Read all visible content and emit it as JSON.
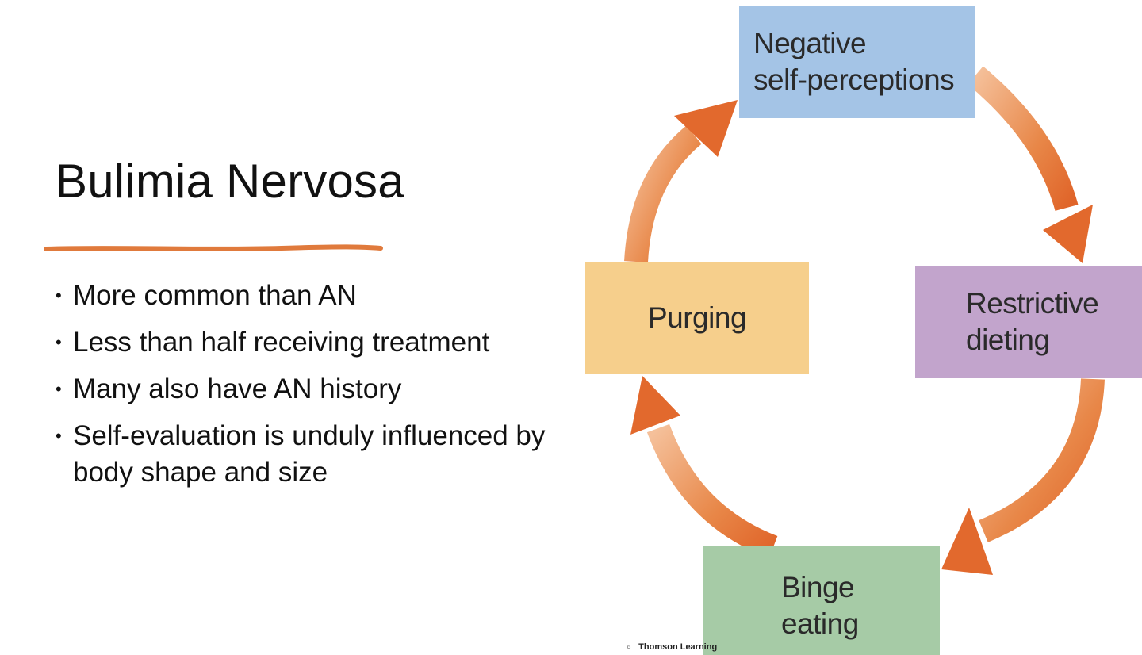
{
  "slide": {
    "title": "Bulimia Nervosa",
    "accent_color": "#e07a3c",
    "bullets": [
      "More common than AN",
      "Less than half receiving treatment",
      "Many also have AN history",
      "Self-evaluation is unduly influenced by body shape and size"
    ]
  },
  "cycle": {
    "arrow_color": "#e2692d",
    "nodes": {
      "negative": {
        "line1": "Negative",
        "line2": "self-perceptions",
        "color": "#a4c4e6"
      },
      "restrictive": {
        "line1": "Restrictive",
        "line2": "dieting",
        "color": "#c2a4cc"
      },
      "binge": {
        "line1": "Binge",
        "line2": "eating",
        "color": "#a6cba6"
      },
      "purging": {
        "line1": "Purging",
        "color": "#f6cf8c"
      }
    },
    "credit": "Thomson Learning"
  }
}
